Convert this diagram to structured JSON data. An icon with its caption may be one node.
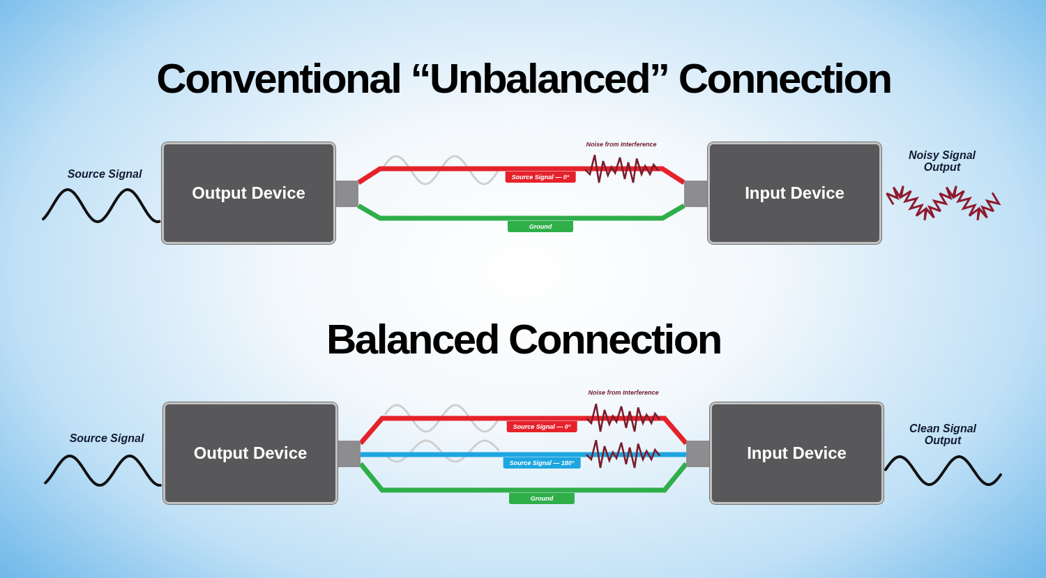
{
  "diagram": {
    "nodes": [
      {
        "text": [
          "Output Device"
        ],
        "beside": [
          "Source Signal"
        ]
      },
      {
        "text": [
          "Input Device"
        ],
        "beside": [
          "Noisy Signal Output"
        ]
      },
      {
        "text": [
          "Output Device"
        ],
        "beside": [
          "Source Signal"
        ]
      },
      {
        "text": [
          "Input Device"
        ],
        "beside": [
          "Clean Signal Output"
        ]
      }
    ],
    "edges": [
      {
        "from": 0,
        "to": 1,
        "arrow": "none",
        "label": "Source Signal — 0°",
        "color": "#e5222b"
      },
      {
        "from": 0,
        "to": 1,
        "arrow": "none",
        "label": "Ground",
        "color": "#2fae4a"
      },
      {
        "from": 2,
        "to": 3,
        "arrow": "none",
        "label": "Source Signal — 0°",
        "color": "#e5222b"
      },
      {
        "from": 2,
        "to": 3,
        "arrow": "none",
        "label": "Source Signal — 180°",
        "color": "#1ea6e0"
      },
      {
        "from": 2,
        "to": 3,
        "arrow": "none",
        "label": "Ground",
        "color": "#2fae4a"
      }
    ],
    "labels": [
      "Conventional “Unbalanced” Connection",
      "Noise from Interference",
      "Balanced Connection",
      "Noise from Interference"
    ]
  }
}
